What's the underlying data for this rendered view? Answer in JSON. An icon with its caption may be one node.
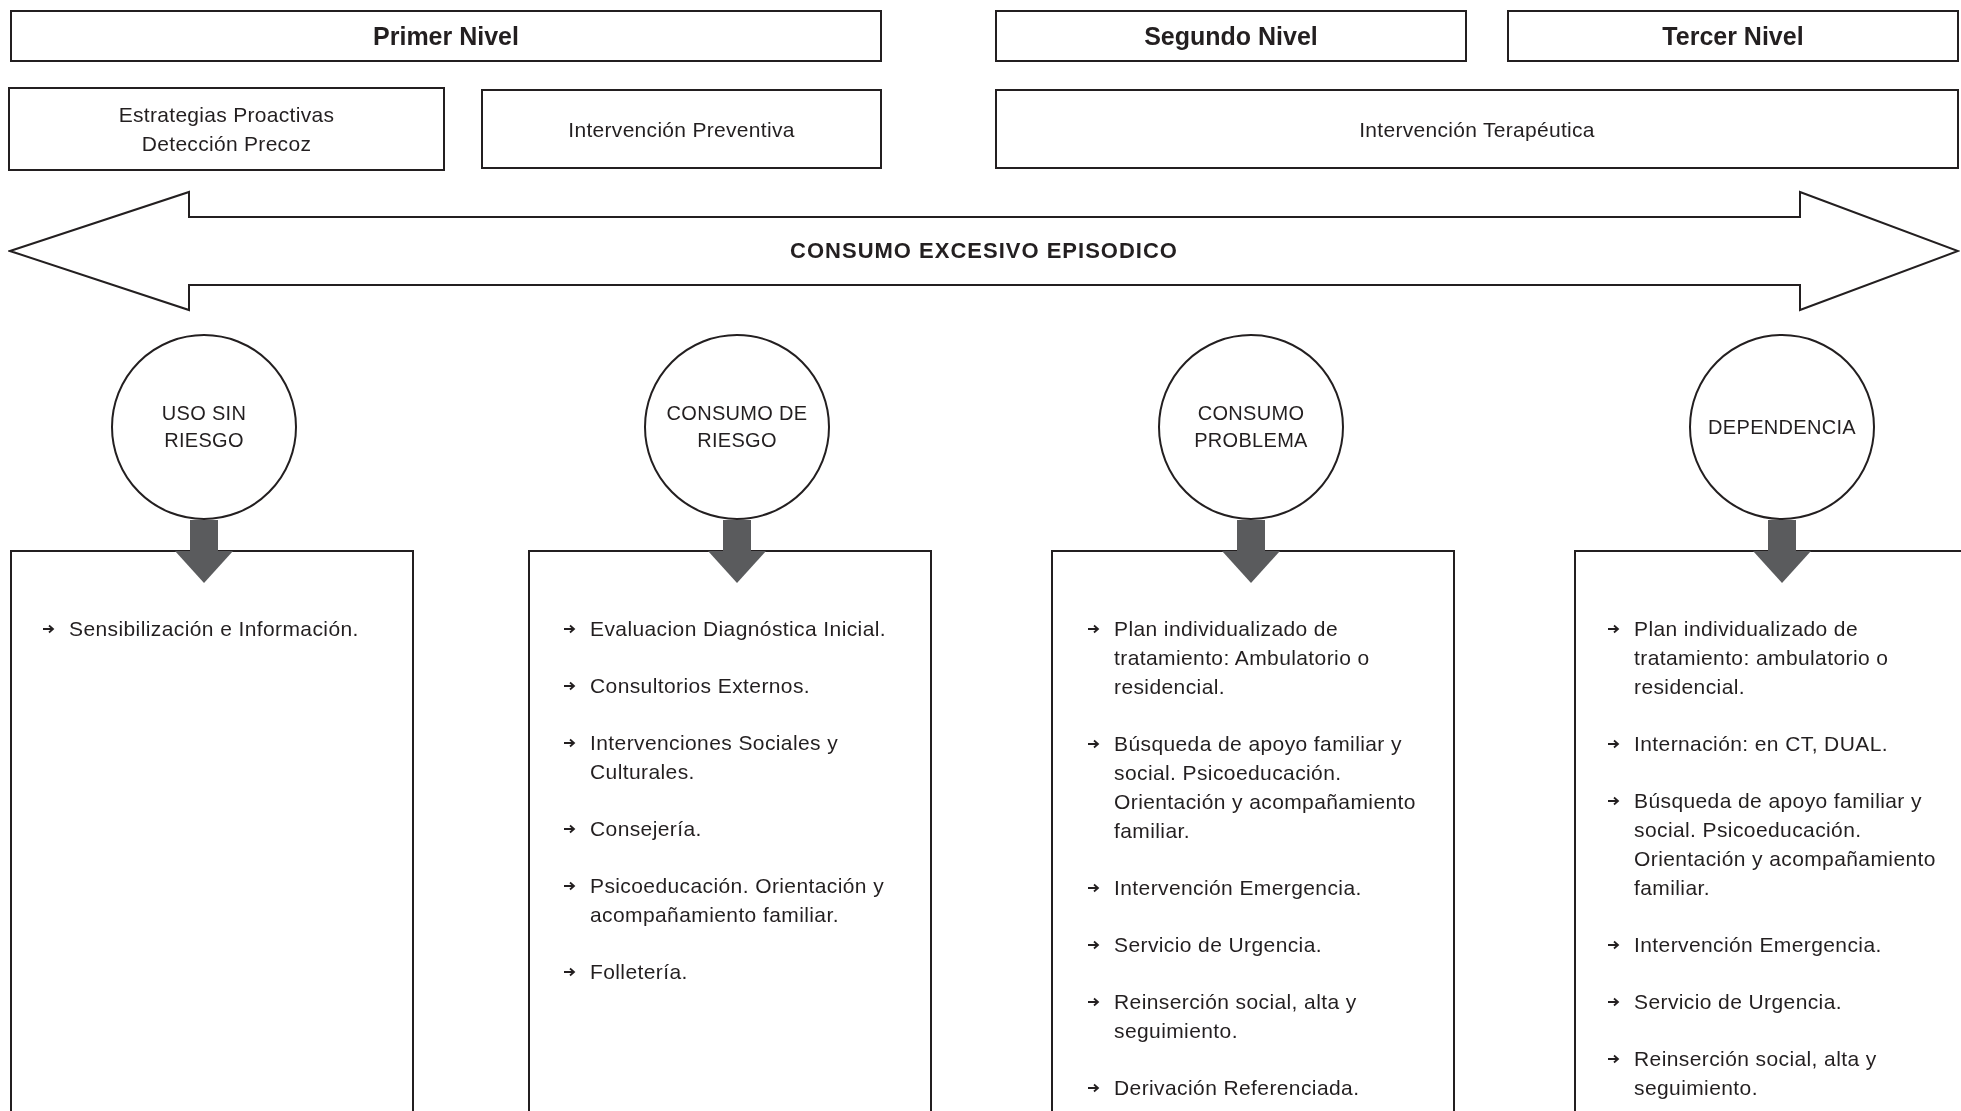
{
  "diagram": {
    "nodes": [
      {
        "text": [
          "Primer Nivel"
        ]
      },
      {
        "text": [
          "Segundo Nivel"
        ]
      },
      {
        "text": [
          "Tercer Nivel"
        ]
      },
      {
        "text": [
          "Estrategias Proactivas",
          "Detección Precoz"
        ]
      },
      {
        "text": [
          "Intervención Preventiva"
        ]
      },
      {
        "text": [
          "Intervención Terapéutica"
        ]
      },
      {
        "text": [
          "CONSUMO EXCESIVO EPISODICO"
        ]
      },
      {
        "text": [
          "USO SIN RIESGO"
        ]
      },
      {
        "text": [
          "CONSUMO DE RIESGO"
        ]
      },
      {
        "text": [
          "CONSUMO PROBLEMA"
        ]
      },
      {
        "text": [
          "DEPENDENCIA"
        ]
      },
      {
        "text": [
          "Sensibilización e Información."
        ]
      },
      {
        "text": [
          "Evaluacion Diagnóstica Inicial.",
          "Consultorios Externos.",
          "Intervenciones Sociales y Culturales.",
          "Consejería.",
          "Psicoeducación. Orientación y acompañamiento familiar.",
          "Folletería."
        ]
      },
      {
        "text": [
          "Plan individualizado de tratamiento: Ambulatorio o residencial.",
          "Búsqueda de apoyo familiar y social. Psicoeducación. Orientación y acompañamiento familiar.",
          "Intervención Emergencia.",
          "Servicio de Urgencia.",
          "Reinserción social, alta y seguimiento.",
          "Derivación Referenciada."
        ]
      },
      {
        "text": [
          "Plan individualizado de tratamiento: ambulatorio o residencial.",
          "Internación: en CT, DUAL.",
          "Búsqueda de apoyo familiar y social. Psicoeducación. Orientación y acompañamiento familiar.",
          "Intervención Emergencia.",
          "Servicio de Urgencia.",
          "Reinserción social, alta y seguimiento."
        ]
      }
    ],
    "edges": [
      {
        "from": 7,
        "to": 11,
        "arrow": "to"
      },
      {
        "from": 8,
        "to": 12,
        "arrow": "to"
      },
      {
        "from": 9,
        "to": 13,
        "arrow": "to"
      },
      {
        "from": 10,
        "to": 14,
        "arrow": "to"
      }
    ]
  }
}
